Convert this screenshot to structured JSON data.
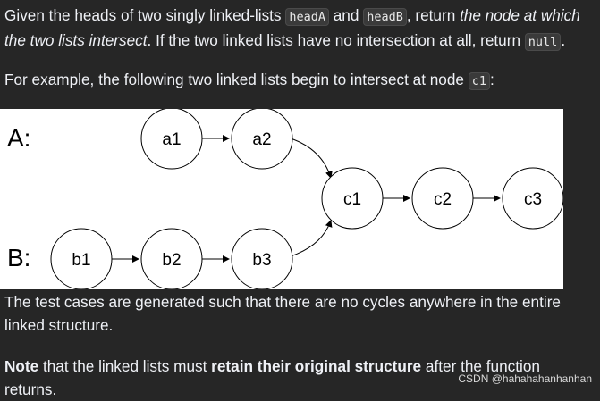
{
  "p1": {
    "t1": "Given the heads of two singly linked-lists ",
    "code_headA": "headA",
    "t2": " and ",
    "code_headB": "headB",
    "t3": ", return ",
    "em1": "the node at which the two lists intersect",
    "t4": ". If the two linked lists have no intersection at all, return ",
    "code_null": "null",
    "t5": "."
  },
  "p2": {
    "t1": "For example, the following two linked lists begin to intersect at node ",
    "code_c1": "c1",
    "t2": ":"
  },
  "diagram": {
    "label_a": "A:",
    "label_b": "B:",
    "nodes": {
      "a1": "a1",
      "a2": "a2",
      "b1": "b1",
      "b2": "b2",
      "b3": "b3",
      "c1": "c1",
      "c2": "c2",
      "c3": "c3"
    }
  },
  "p3": {
    "text": "The test cases are generated such that there are no cycles anywhere in the entire linked structure."
  },
  "p4": {
    "b1": "Note",
    "t1": " that the linked lists must ",
    "b2": "retain their original structure",
    "t2": " after the function returns."
  },
  "watermark": "CSDN @hahahahanhanhan"
}
